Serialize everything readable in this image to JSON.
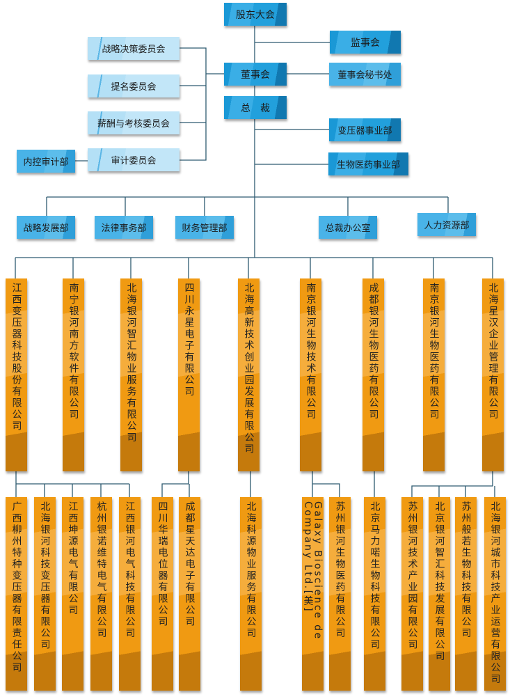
{
  "top": {
    "shareholders": "股东大会",
    "supervisors": "监事会",
    "board": "董事会",
    "board_secretary": "董事会秘书处",
    "president": "总　裁",
    "transformer_division": "变压器事业部",
    "biomed_division": "生物医药事业部"
  },
  "committees": [
    "战略决策委员会",
    "提名委员会",
    "薪酬与考核委员会",
    "审计委员会"
  ],
  "internal_audit": "内控审计部",
  "departments": [
    "战略发展部",
    "法律事务部",
    "财务管理部",
    "总裁办公室",
    "人力资源部"
  ],
  "subsidiaries": [
    "江西变压器科技股份有限公司",
    "南宁银河南方软件有限公司",
    "北海银河智汇物业服务有限公司",
    "四川永星电子有限公司",
    "北海高新技术创业园发展有限公司",
    "南京银河生物技术有限公司",
    "成都银河生物医药有限公司",
    "南京银河生物医药有限公司",
    "北海星汉企业管理有限公司"
  ],
  "sub_subsidiaries": [
    "广西柳州特种变压器有限责任公司",
    "北海银河科技变压器有限公司",
    "江西坤源电气有限公司",
    "杭州银诺维特电气有限公司",
    "江西银河电气科技有限公司",
    "四川华瑞电位器有限公司",
    "成都星天达电子有限公司",
    "北海科源物业服务有限公司",
    "Galaxy Bioscience de Company Ltd.[美]",
    "苏州银河生物医药有限公司",
    "北京马力喏生物科技有限公司",
    "苏州银河技术产业园有限公司",
    "北京银河智汇科技发展有限公司",
    "苏州般若生物科技有限公司",
    "北海银河城市科技产业运营有限公司"
  ],
  "colors": {
    "dark_blue": "#1a98d6",
    "mid_blue": "#49b3e8",
    "light_blue": "#b4e0f6",
    "orange": "#f09a12",
    "line": "#2e5a70"
  }
}
